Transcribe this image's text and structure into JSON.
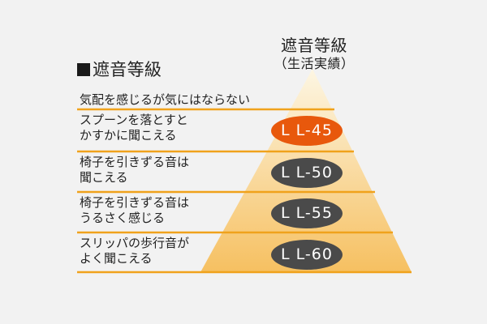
{
  "heading_right": {
    "title": "遮音等級",
    "subtitle": "（生活実績）"
  },
  "heading_left": {
    "title": "遮音等級"
  },
  "levels": [
    {
      "lines": [
        "気配を感じるが気にはならない"
      ],
      "grade": null
    },
    {
      "lines": [
        "スプーンを落とすと",
        "かすかに聞こえる"
      ],
      "grade": "L L-45",
      "highlight": true
    },
    {
      "lines": [
        "椅子を引きずる音は",
        "聞こえる"
      ],
      "grade": "L L-50",
      "highlight": false
    },
    {
      "lines": [
        "椅子を引きずる音は",
        "うるさく感じる"
      ],
      "grade": "L L-55",
      "highlight": false
    },
    {
      "lines": [
        "スリッパの歩行音が",
        "よく聞こえる"
      ],
      "grade": "L L-60",
      "highlight": false
    }
  ],
  "colors": {
    "background": "#f2f2f2",
    "pyramid_top": "#fdf6e3",
    "pyramid_bottom": "#f6c061",
    "divider": "#f0a21c",
    "badge_highlight": "#e8580c",
    "badge_default": "#4a4a4a",
    "text": "#222222"
  }
}
